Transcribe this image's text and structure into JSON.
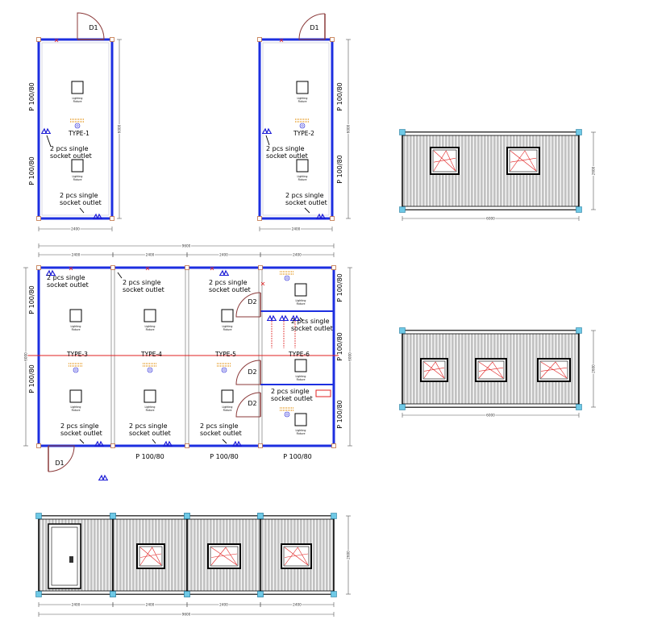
{
  "colors": {
    "wall": "#1d2fe0",
    "door": "#8b3a3a",
    "dimension": "#555555",
    "red_line": "#e02020",
    "socket": "#1a1ad6",
    "cyan_post": "#6ec9e6",
    "fixture_orange": "#e08a00"
  },
  "labels": {
    "d1": "D1",
    "d2": "D2",
    "p": "P 100/80",
    "socket_line1": "2 pcs single",
    "socket_line2": "socket outlet",
    "light_line1": "Lighting",
    "light_line2": "Fixture",
    "type1": "TYPE-1",
    "type2": "TYPE-2",
    "type3": "TYPE-3",
    "type4": "TYPE-4",
    "type5": "TYPE-5",
    "type6": "TYPE-6"
  },
  "dimensions": {
    "d2400": "2400",
    "d6000": "6000",
    "d9600": "9600",
    "d2600": "2600"
  },
  "icons": {
    "socket": "socket-outlet-icon",
    "light": "lighting-fixture-icon",
    "window": "window-icon",
    "door": "door-swing-icon"
  }
}
